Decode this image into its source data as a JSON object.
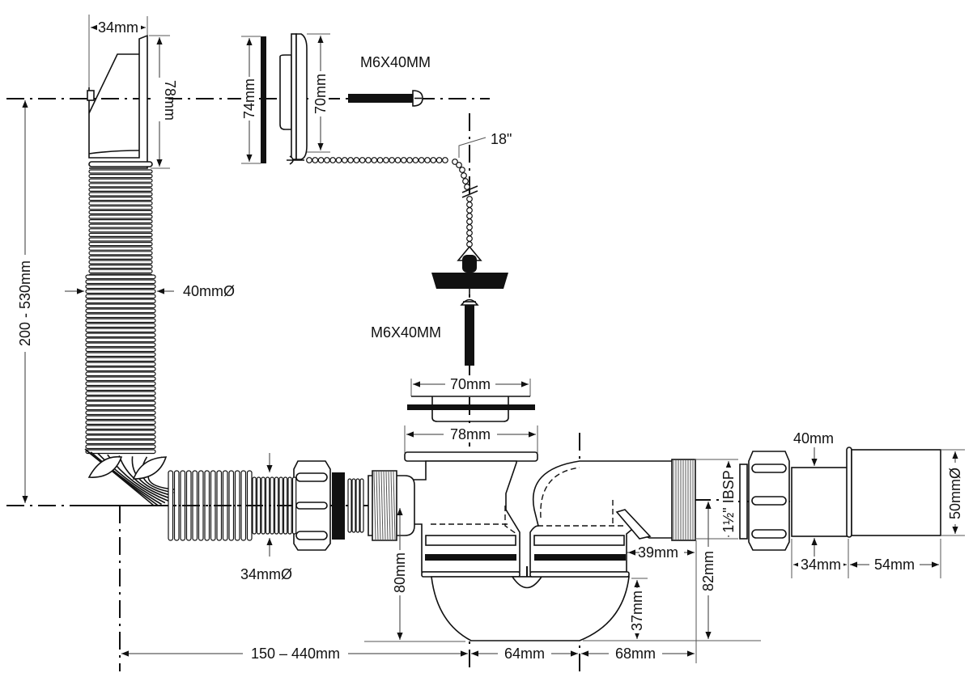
{
  "title": "Bath waste and overflow with trap — dimensional drawing",
  "colors": {
    "line": "#111111",
    "background": "#ffffff"
  },
  "overflow": {
    "depth_label": "34mm",
    "height_label": "78mm"
  },
  "overflow_cover": {
    "gasket_label": "74mm",
    "cover_label": "70mm",
    "screw_label": "M6X40MM"
  },
  "chain": {
    "length_label": "18\""
  },
  "plug": {
    "screw_label": "M6X40MM"
  },
  "flexible_hose": {
    "vertical_range_label": "200 - 530mm",
    "diameter_label": "40mmØ",
    "outlet_diameter_label": "34mmØ"
  },
  "waste_outlet": {
    "grate_label": "70mm",
    "flange_label": "78mm",
    "outlet_height_label": "80mm"
  },
  "trap": {
    "seal_depth_label": "37mm",
    "outlet_height_label": "82mm",
    "spigot_label": "39mm",
    "thread_label": "1½\" IBSP"
  },
  "adaptor": {
    "inner_label": "40mm",
    "diameter_label": "50mmØ",
    "length_a_label": "34mm",
    "length_b_label": "54mm"
  },
  "base_dims": {
    "horizontal_range_label": "150 – 440mm",
    "trap_width_label": "64mm",
    "outlet_offset_label": "68mm"
  }
}
